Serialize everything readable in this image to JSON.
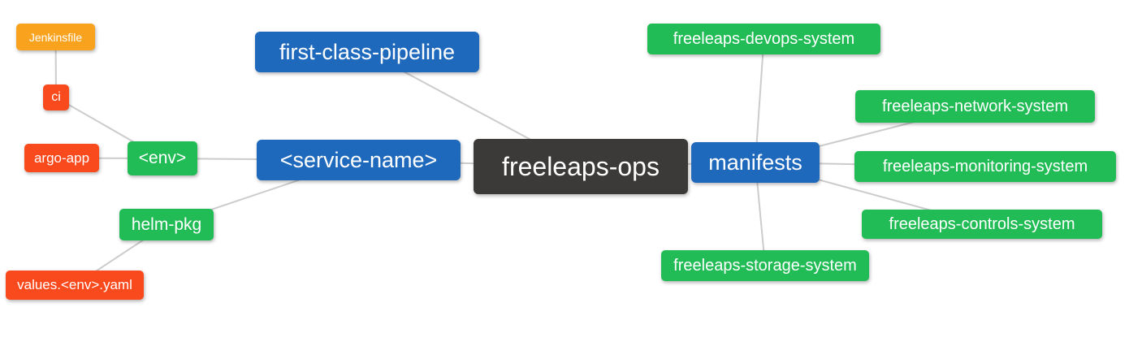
{
  "colors": {
    "root_bg": "#3b3a39",
    "branch_bg": "#1f69bd",
    "green_bg": "#21bc55",
    "amber_bg": "#f9a21d",
    "red_bg": "#f94a1d",
    "node_text": "#ffffff",
    "edge": "#cccccc",
    "background": "#ffffff"
  },
  "nodes": [
    {
      "id": "jenkinsfile",
      "label": "Jenkinsfile",
      "role": "amber"
    },
    {
      "id": "ci",
      "label": "ci",
      "role": "red"
    },
    {
      "id": "argo-app",
      "label": "argo-app",
      "role": "red"
    },
    {
      "id": "env",
      "label": "<env>",
      "role": "green"
    },
    {
      "id": "helm-pkg",
      "label": "helm-pkg",
      "role": "green"
    },
    {
      "id": "values-env-yaml",
      "label": "values.<env>.yaml",
      "role": "red"
    },
    {
      "id": "first-class-pipeline",
      "label": "first-class-pipeline",
      "role": "branch"
    },
    {
      "id": "service-name",
      "label": "<service-name>",
      "role": "branch"
    },
    {
      "id": "freeleaps-ops",
      "label": "freeleaps-ops",
      "role": "root"
    },
    {
      "id": "manifests",
      "label": "manifests",
      "role": "branch"
    },
    {
      "id": "freeleaps-devops-system",
      "label": "freeleaps-devops-system",
      "role": "green"
    },
    {
      "id": "freeleaps-network-system",
      "label": "freeleaps-network-system",
      "role": "green"
    },
    {
      "id": "freeleaps-monitoring-system",
      "label": "freeleaps-monitoring-system",
      "role": "green"
    },
    {
      "id": "freeleaps-controls-system",
      "label": "freeleaps-controls-system",
      "role": "green"
    },
    {
      "id": "freeleaps-storage-system",
      "label": "freeleaps-storage-system",
      "role": "green"
    }
  ],
  "edges": [
    {
      "from": "jenkinsfile",
      "to": "ci"
    },
    {
      "from": "ci",
      "to": "env"
    },
    {
      "from": "argo-app",
      "to": "env"
    },
    {
      "from": "env",
      "to": "service-name"
    },
    {
      "from": "helm-pkg",
      "to": "service-name"
    },
    {
      "from": "values-env-yaml",
      "to": "helm-pkg"
    },
    {
      "from": "first-class-pipeline",
      "to": "freeleaps-ops"
    },
    {
      "from": "service-name",
      "to": "freeleaps-ops"
    },
    {
      "from": "freeleaps-ops",
      "to": "manifests"
    },
    {
      "from": "manifests",
      "to": "freeleaps-devops-system"
    },
    {
      "from": "manifests",
      "to": "freeleaps-network-system"
    },
    {
      "from": "manifests",
      "to": "freeleaps-monitoring-system"
    },
    {
      "from": "manifests",
      "to": "freeleaps-controls-system"
    },
    {
      "from": "manifests",
      "to": "freeleaps-storage-system"
    }
  ]
}
